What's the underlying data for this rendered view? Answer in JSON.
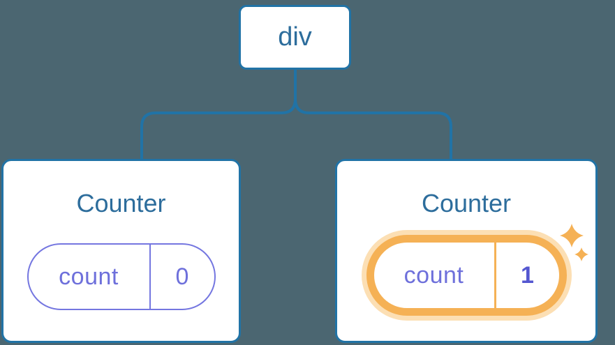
{
  "diagram": {
    "root": {
      "label": "div"
    },
    "children": [
      {
        "title": "Counter",
        "state": {
          "key": "count",
          "value": "0"
        },
        "highlighted": false
      },
      {
        "title": "Counter",
        "state": {
          "key": "count",
          "value": "1"
        },
        "highlighted": true
      }
    ]
  },
  "icons": {
    "sparkles": "sparkles-icon"
  },
  "colors": {
    "background": "#4b6671",
    "node_fill": "#ffffff",
    "node_border": "#2173a6",
    "node_text": "#2d6d9c",
    "connector": "#2173a6",
    "state_text": "#6e70db",
    "state_border": "#7476e0",
    "state_value_bold": "#5457d0",
    "highlight_orange": "#f5b155",
    "highlight_glow": "#fcdfb4"
  }
}
